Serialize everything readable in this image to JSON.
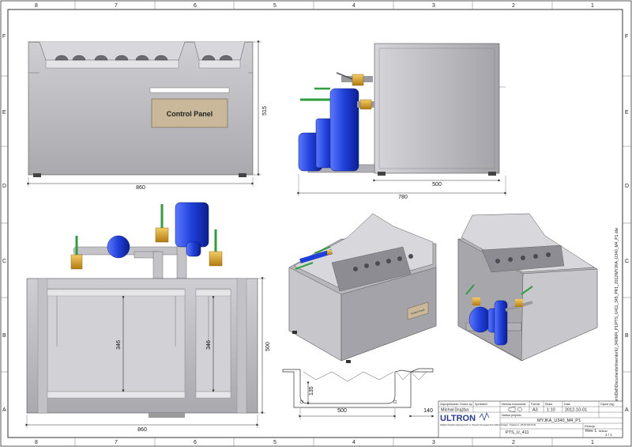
{
  "frame": {
    "columns_top": [
      "8",
      "7",
      "6",
      "5",
      "4",
      "3",
      "2",
      "1"
    ],
    "columns_bottom": [
      "8",
      "7",
      "6",
      "5",
      "4",
      "3",
      "2",
      "1"
    ],
    "rows_left": [
      "F",
      "E",
      "D",
      "C",
      "B",
      "A"
    ],
    "rows_right": [
      "F",
      "E",
      "D",
      "C",
      "B",
      "A"
    ]
  },
  "front_view": {
    "panel_label": "Control Panel",
    "dim_width": "860",
    "dim_height": "515"
  },
  "side_view": {
    "dim_500": "500",
    "dim_780": "780"
  },
  "top_view": {
    "dim_width": "860",
    "dim_height": "500",
    "dim_346_left": "346",
    "dim_346_right": "346"
  },
  "section_view": {
    "dim_135": "135",
    "dim_500": "500",
    "dim_140": "140"
  },
  "iso_view": {
    "panel_label": "Control Panel"
  },
  "side_note": "C:\\Users\\Dell\\Documents\\Inventor\\U_340\\M4_P1\\PTS_U411_345_PR1_2012\\MYJKA_U340_M4_P1.idw",
  "title_block": {
    "drawn_by_label": "Zaprojektował / Drawn by",
    "drawn_by": "Michał Drążba",
    "checked_label": "Sprawdził",
    "projection_label": "Metoda rzutowania",
    "format_label": "Format",
    "format": "A3",
    "scale_label": "Skala",
    "scale": "1:10",
    "date_label": "Data",
    "date": "2012-10-01",
    "weight_label": "Ciężar (kg)",
    "company": "ULTRON",
    "company_address": "Zakład Urządzeń Spożywczych\nul. Szarych Szeregów 00\n11-000 Ostrołęka · Polska\ntel. +48 00 000 00 00",
    "project_label": "Nazwa projektu",
    "drawing_name": "MYJKA_U340_M4_P1",
    "drawing_number": "PTS_U_411",
    "revision_label": "Rewizja",
    "revision": "Rev 1",
    "sheet_label": "Arkusz",
    "sheet": "1 / 1"
  },
  "colors": {
    "steel": "#b8b8bc",
    "steel_dark": "#8e8e94",
    "pump_blue": "#1f3fd8",
    "valve_brass": "#d9a022",
    "pipe_green": "#2f9e3e",
    "panel_tan": "#c9b99a",
    "logo_blue": "#2a3a9a"
  }
}
